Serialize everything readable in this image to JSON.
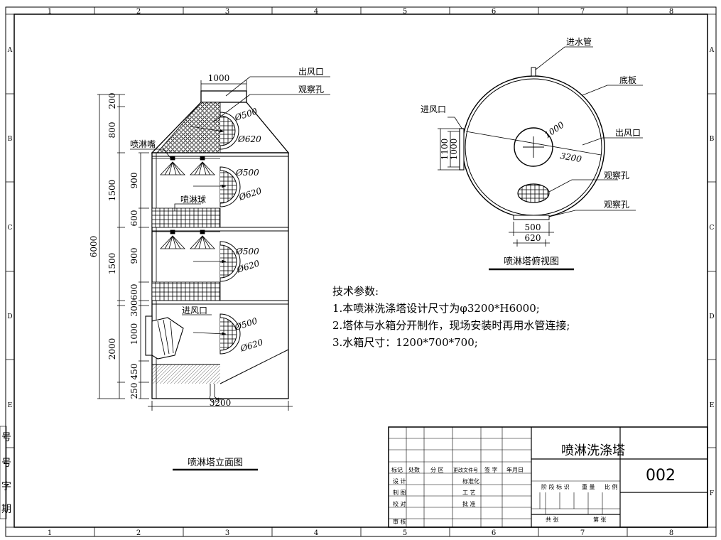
{
  "frame": {
    "columns": [
      "1",
      "2",
      "3",
      "4",
      "5",
      "6",
      "7",
      "8"
    ],
    "rows": [
      "A",
      "B",
      "C",
      "D",
      "E",
      "F"
    ]
  },
  "side_labels": [
    "号",
    "号",
    "字",
    "期"
  ],
  "elevation": {
    "title": "喷淋塔立面图",
    "dims": {
      "top_width": "1000",
      "total_height": "6000",
      "d200": "200",
      "d800": "800",
      "d1500a": "1500",
      "d1500b": "1500",
      "d900a": "900",
      "d600a": "600",
      "d900b": "900",
      "d600b": "600",
      "d300": "300",
      "d1000": "1000",
      "d2000": "2000",
      "d450": "450",
      "d250": "250",
      "bottom_width": "3200"
    },
    "labels": {
      "outlet": "出风口",
      "inspection": "观察孔",
      "nozzle": "喷淋嘴",
      "packing": "喷淋球",
      "inlet": "进风口"
    },
    "ports": {
      "inner1": "Ø500",
      "outer1": "Ø620",
      "inner2": "Ø500",
      "outer2": "Ø620",
      "inner3": "Ø500",
      "outer3": "Ø620",
      "inner4": "Ø500",
      "outer4": "Ø620"
    }
  },
  "plan": {
    "title": "喷淋塔俯视图",
    "labels": {
      "water_pipe": "进水管",
      "base_plate": "底板",
      "inlet": "进风口",
      "outlet": "出风口",
      "inspection1": "观察孔",
      "inspection2": "观察孔"
    },
    "dims": {
      "d1100": "1100",
      "d1000": "1000",
      "d1000b": "1000",
      "d3200": "3200",
      "d500": "500",
      "d620": "620"
    }
  },
  "specs": {
    "heading": "技术参数:",
    "lines": [
      "1.本喷淋洗涤塔设计尺寸为φ3200*H6000;",
      "2.塔体与水箱分开制作，现场安装时再用水管连接;",
      "3.水箱尺寸：1200*700*700;"
    ]
  },
  "title_block": {
    "name": "喷淋洗涤塔",
    "number": "002",
    "rev_headers": [
      "标记",
      "处数",
      "分 区",
      "更改文件号",
      "签 字",
      "年月日"
    ],
    "sign_rows": [
      [
        "设 计",
        "标准化"
      ],
      [
        "制 图",
        "工 艺"
      ],
      [
        "校 对",
        "批 准"
      ],
      [
        "审 核",
        ""
      ]
    ],
    "stage_headers": [
      "阶 段 标 识",
      "重 量",
      "比 例"
    ],
    "sheet_total": "共  张",
    "sheet_no": "第  张"
  }
}
